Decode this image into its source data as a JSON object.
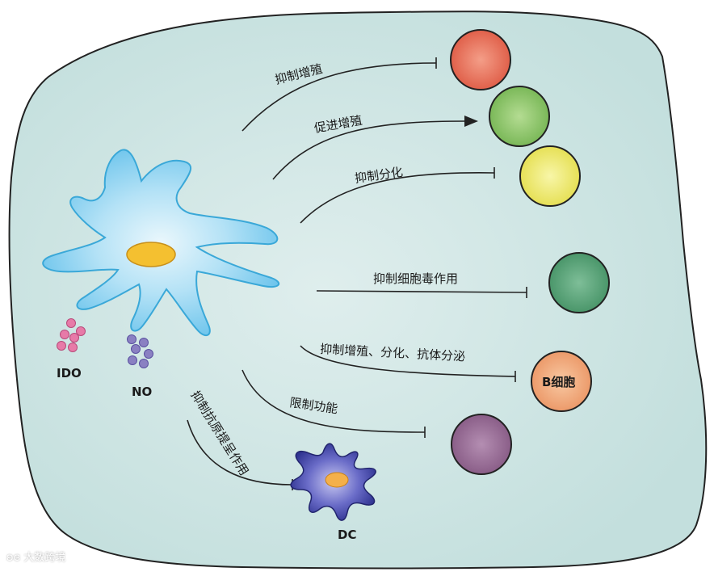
{
  "pathways": [
    {
      "label": "抑制增殖",
      "end": "bar",
      "target": "red cell"
    },
    {
      "label": "促进增殖",
      "end": "arrow",
      "target": "green cell"
    },
    {
      "label": "抑制分化",
      "end": "bar",
      "target": "yellow cell"
    },
    {
      "label": "抑制细胞毒作用",
      "end": "bar",
      "target": "dark green cell"
    },
    {
      "label": "抑制增殖、分化、抗体分泌",
      "end": "bar",
      "target": "B cell"
    },
    {
      "label": "限制功能",
      "end": "bar",
      "target": "purple cell"
    },
    {
      "label": "抑制抗原提呈作用",
      "end": "bar",
      "target": "DC"
    }
  ],
  "labels": {
    "ido": "IDO",
    "no": "NO",
    "dc": "DC",
    "b_cell": "B细胞"
  },
  "watermark": "大数跨境",
  "colors": {
    "background": "#c8e2e0",
    "red_cell": "#e8705a",
    "green_cell": "#8cc46a",
    "yellow_cell": "#eeea6a",
    "dark_green_cell": "#5aa47a",
    "b_cell": "#f0a77a",
    "purple_cell": "#9a6e98",
    "msc_body": "#7fcdee",
    "msc_nucleus": "#f4c030",
    "ido_dots": "#e77aa8",
    "no_dots": "#8a80c2",
    "dc_body": "#3a3e9a",
    "dc_nucleus": "#f4b04a"
  }
}
